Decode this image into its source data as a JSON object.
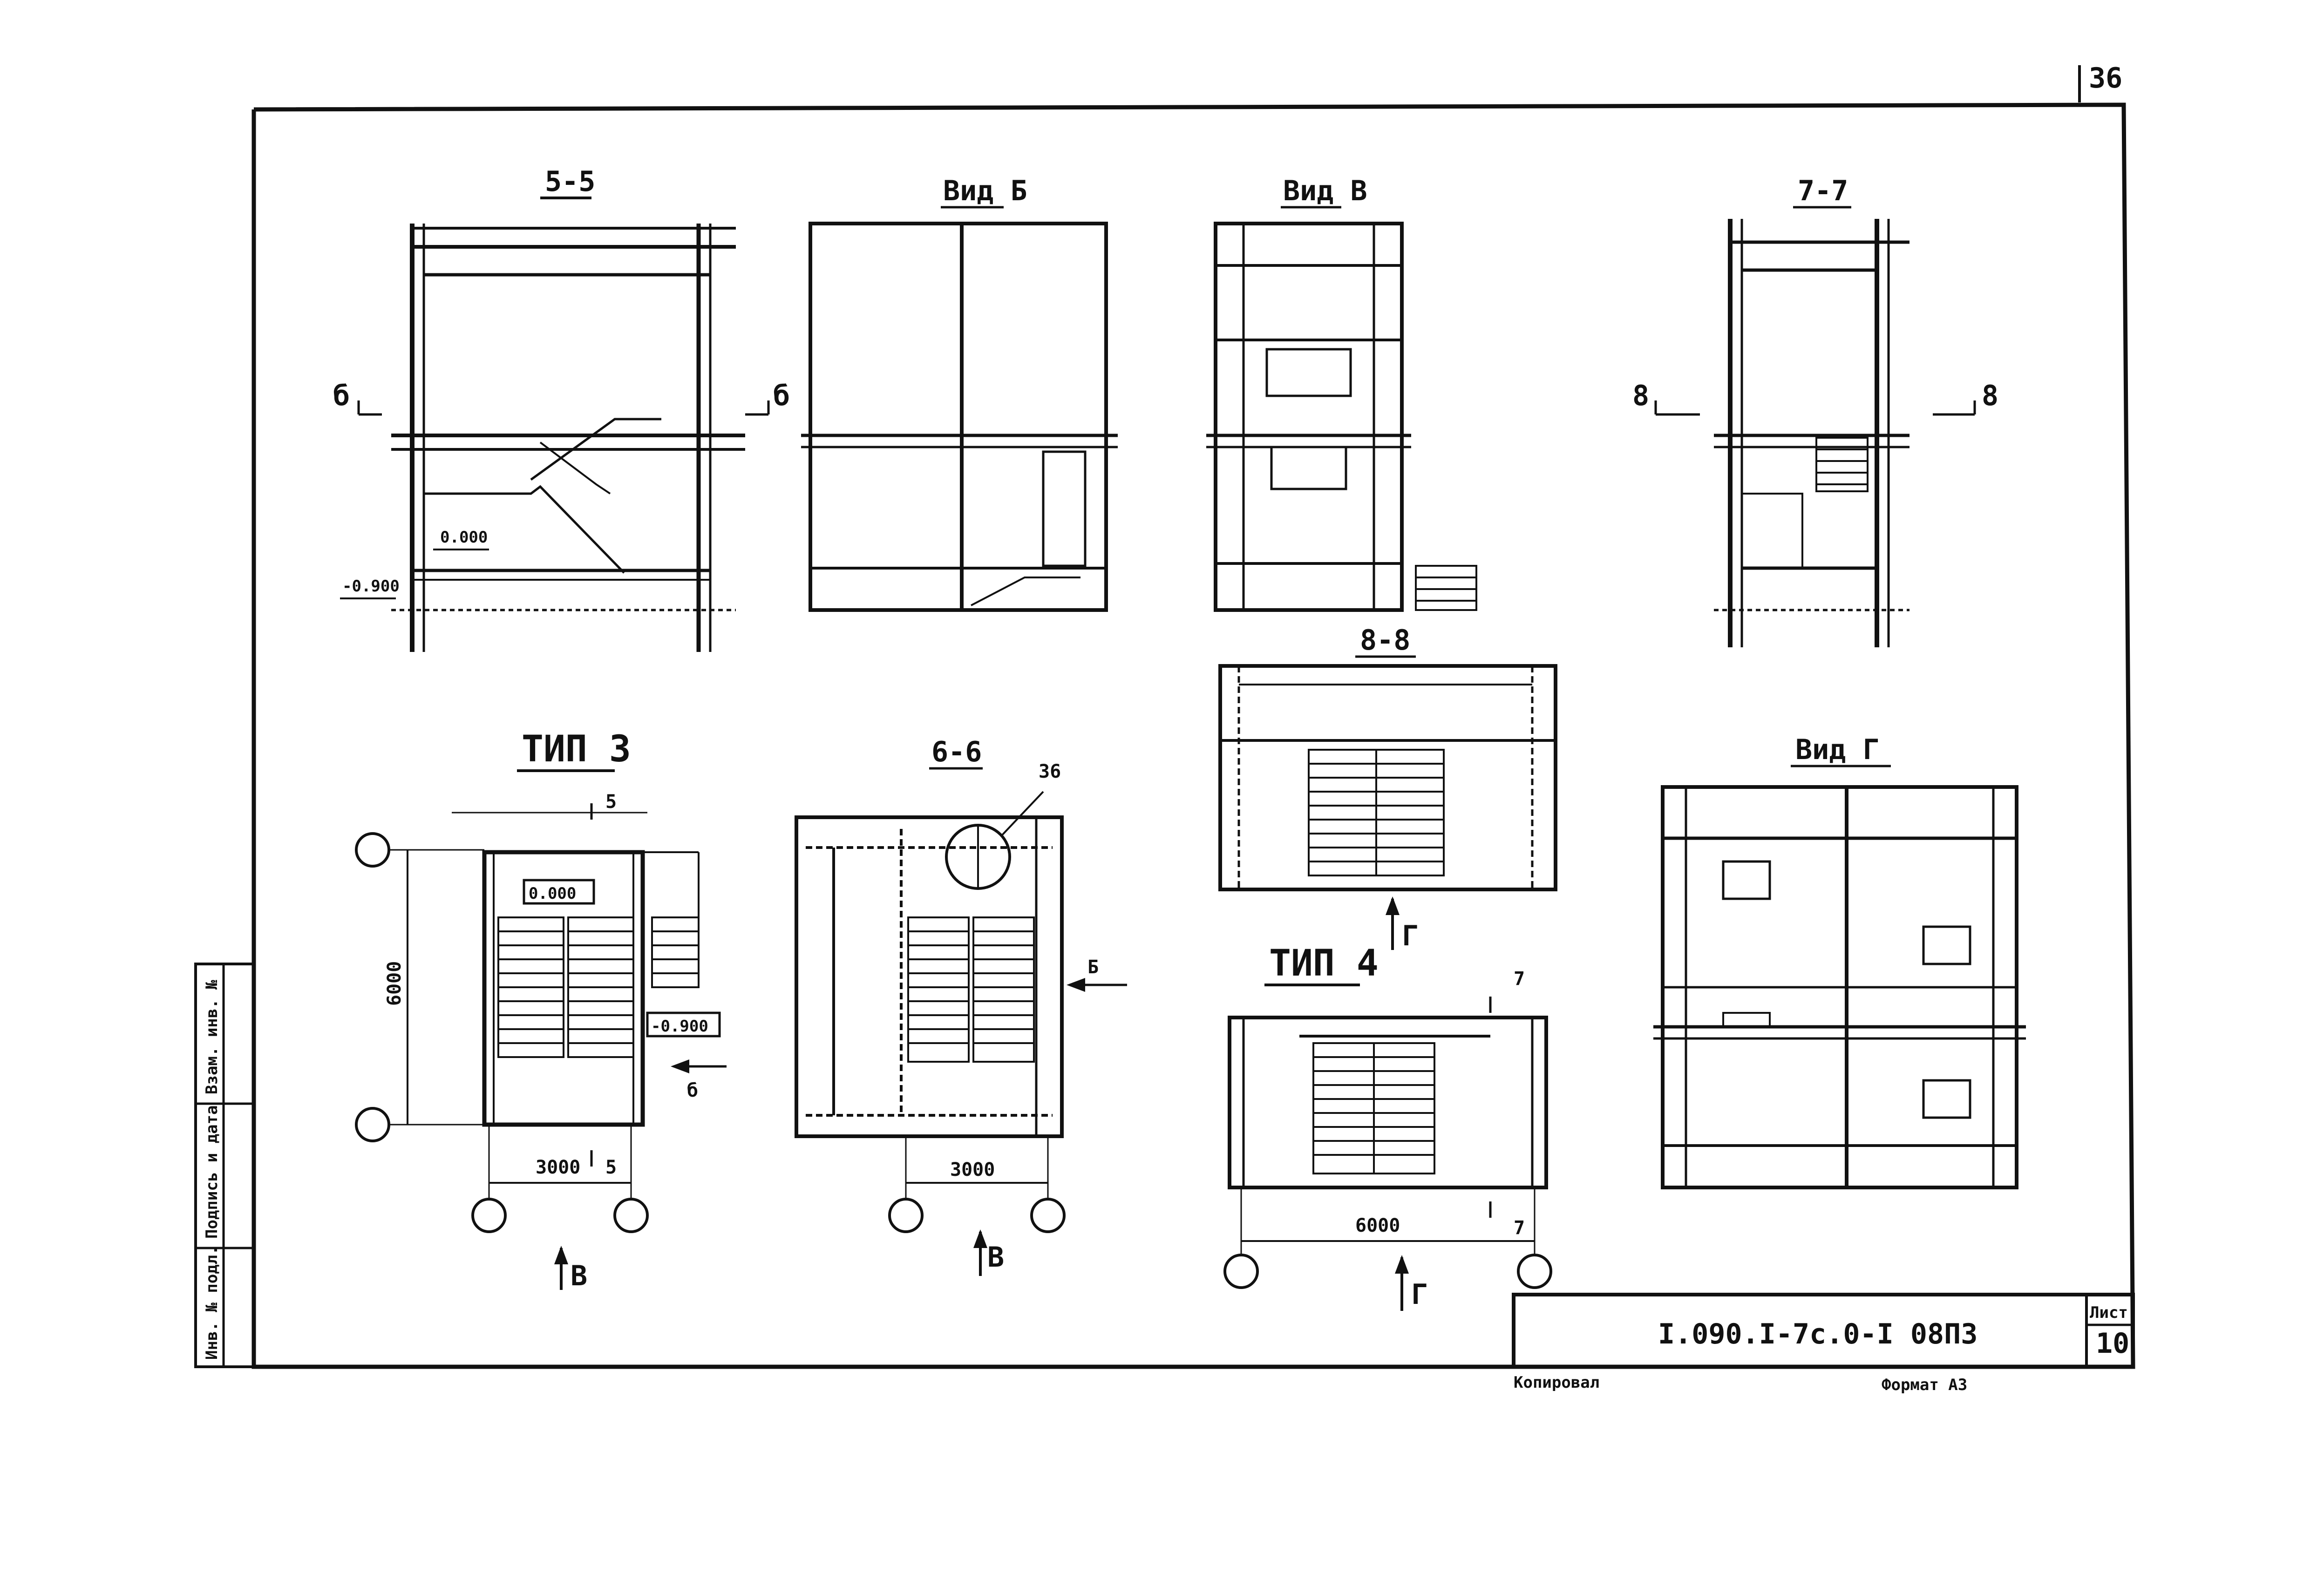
{
  "page_number": "36",
  "sheet_label": "Лист",
  "sheet_number": "10",
  "drawing_code": "I.090.I-7c.0-I 08ПЗ",
  "footer_left": "Копировал",
  "footer_right": "Формат А3",
  "side_stamp": [
    "Инв. № подл.",
    "Подпись и дата",
    "Взам. инв. №"
  ],
  "views": {
    "s55": {
      "title": "5-5",
      "mark_left": "б",
      "mark_right": "б",
      "level_0": "0.000",
      "level_m": "-0.900"
    },
    "vidb": {
      "title": "Вид Б"
    },
    "vidv": {
      "title": "Вид В"
    },
    "s77": {
      "title": "7-7",
      "mark_left": "8",
      "mark_right": "8"
    },
    "s88": {
      "title": "8-8",
      "arrow": "Г"
    },
    "tip3": {
      "title": "ТИП 3",
      "dim_h": "3000",
      "dim_v": "6000",
      "level_0": "0.000",
      "level_m": "-0.900",
      "cut_top": "5",
      "cut_bottom": "5",
      "arrow_right": "б",
      "arrow_bottom": "В"
    },
    "s66": {
      "title": "6-6",
      "callout": "36",
      "dim_h": "3000",
      "arrow_right": "Б",
      "arrow_bottom": "В"
    },
    "tip4": {
      "title": "ТИП 4",
      "dim_h": "6000",
      "cut_top": "7",
      "cut_bottom": "7",
      "arrow_bottom": "Г"
    },
    "vidg": {
      "title": "Вид Г"
    }
  }
}
